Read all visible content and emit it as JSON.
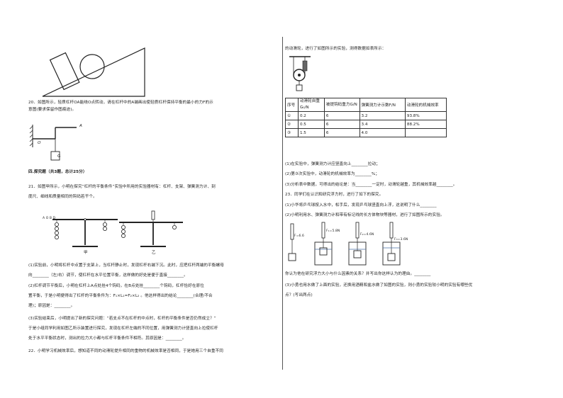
{
  "q20": {
    "text": "20．如图所示，轻质杠杆OA能绕O点转动，请在杠杆中的A端画出使轻质杠杆保持平衡的最小的力F的示",
    "text2": "意图(要求保留作图痕迹)。",
    "label_A": "A",
    "label_O": "O",
    "label_G": "G"
  },
  "section4": {
    "title": "四.探究题（共3题，总计25分）"
  },
  "q21": {
    "intro1": "21．如图甲所示，小明在探究“杠杆的平衡条件”实验中所用的实验器材有：杠杆、支架、弹簧测力计、刻",
    "intro2": "度尺、细线和质量相同的钩码若干个。",
    "fig_jia": "甲",
    "fig_yi": "乙",
    "fig_letters": "A  O B  D",
    "s1a": "(1)实验前，小明将杠杆中点置于支架上，当杠杆静止时，发现杠杆右端下沉。此时，应把杠杆两端的平衡螺母",
    "s1b": "向________（左/右）调节，使杠杆在水平位置平衡，这样做的好处是便于直接________。",
    "s2a": "(2)杠杆调节平衡后，小明在杠杆上A点处挂4个钩码，在B点处挂________个钩码，杠杆恰好在原位",
    "s2b": "置平衡，于是小明便得出了杠杆的平衡条件为：F₁×L₁=F₂×L₂ 。他这样得出的结论________(合理/不合",
    "s2c": "理)；原因是：________。",
    "s3a": "(3)实验结束后，小明提出了新的探究问题：“若支点不在杠杆的中点时，杠杆的平衡条件是否仍然成立？”",
    "s3b": "于是小组同学利用如图乙所示装置进行探究，发现在杠杆左端的不同位置，用弹簧测力计竖直向上拉使杠杆",
    "s3c": "处于水平平衡状态时，测出的拉力大小都与杠杆平衡条件不相符。其原因是：________。"
  },
  "q22": {
    "intro1": "22．小明学习机械效率后，想知道不同的动滑轮提升相同的重物的机械效率是否相同，于是她用三个自重不同",
    "intro2": "的动滑轮，进行了如图所示的实验，测得数据如表所示：",
    "table": {
      "headers": [
        "序号",
        "动滑轮自重G₀/N",
        "被提钩码重力G/N",
        "弹簧测力计示数F/N",
        "动滑轮的机械效率"
      ],
      "rows": [
        [
          "①",
          "0.2",
          "6",
          "3.2",
          "93.8%"
        ],
        [
          "②",
          "0.5",
          "6",
          "3.4",
          "88.2%"
        ],
        [
          "③",
          "1.5",
          "6",
          "4.0",
          ""
        ]
      ]
    },
    "s1": "(1)在实验中，弹簧测力计应竖直向上________拉动；",
    "s2": "(2)第③次实验中，动滑轮的机械效率为________%；",
    "s3": "(3)分析表中数据，可得出的结论是：当________一定时，动滑轮越重，其机械效率越________。"
  },
  "q23": {
    "intro": "23．同学们在认识和研究浮力时，进行了如下的探究。",
    "s1": "(1)小华将乒乓球按入水中，松手后，发现乒乓球竖直向上浮，这说明了什么________",
    "s2": "(2)小明利用水、弹簧测力计和带有标记线的长方体物块等器材，进行了如图所示的实验。",
    "f_labels": [
      "F=6.6",
      "F₁=5.8N",
      "F₂=4.6N",
      "F₃=3.6N"
    ],
    "s2q": "你认为他在研究浮力大小与什么因素的关系？并写出你这样认为的理由。________",
    "s3a": "(3)小勇也用水做了上面的实验，还换用酒精和盐水做了如图的实验，则小勇的实验较小明的实验有哪些优",
    "s3b": "点？(写出两点)"
  }
}
